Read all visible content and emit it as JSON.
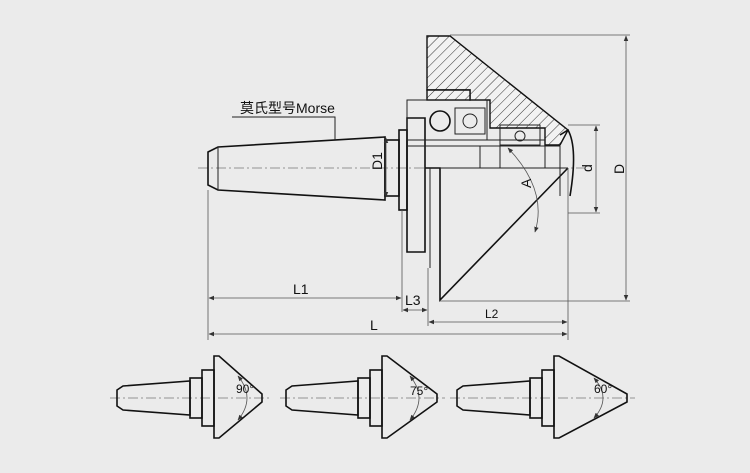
{
  "labels": {
    "morse": "莫氏型号Morse",
    "D1": "D1",
    "A": "A",
    "d": "d",
    "D": "D",
    "L1": "L1",
    "L3": "L3",
    "L2": "L2",
    "L": "L"
  },
  "variants": [
    {
      "angle": "90°"
    },
    {
      "angle": "75°"
    },
    {
      "angle": "60°"
    }
  ],
  "colors": {
    "background": "#ebebeb",
    "line": "#111111"
  }
}
